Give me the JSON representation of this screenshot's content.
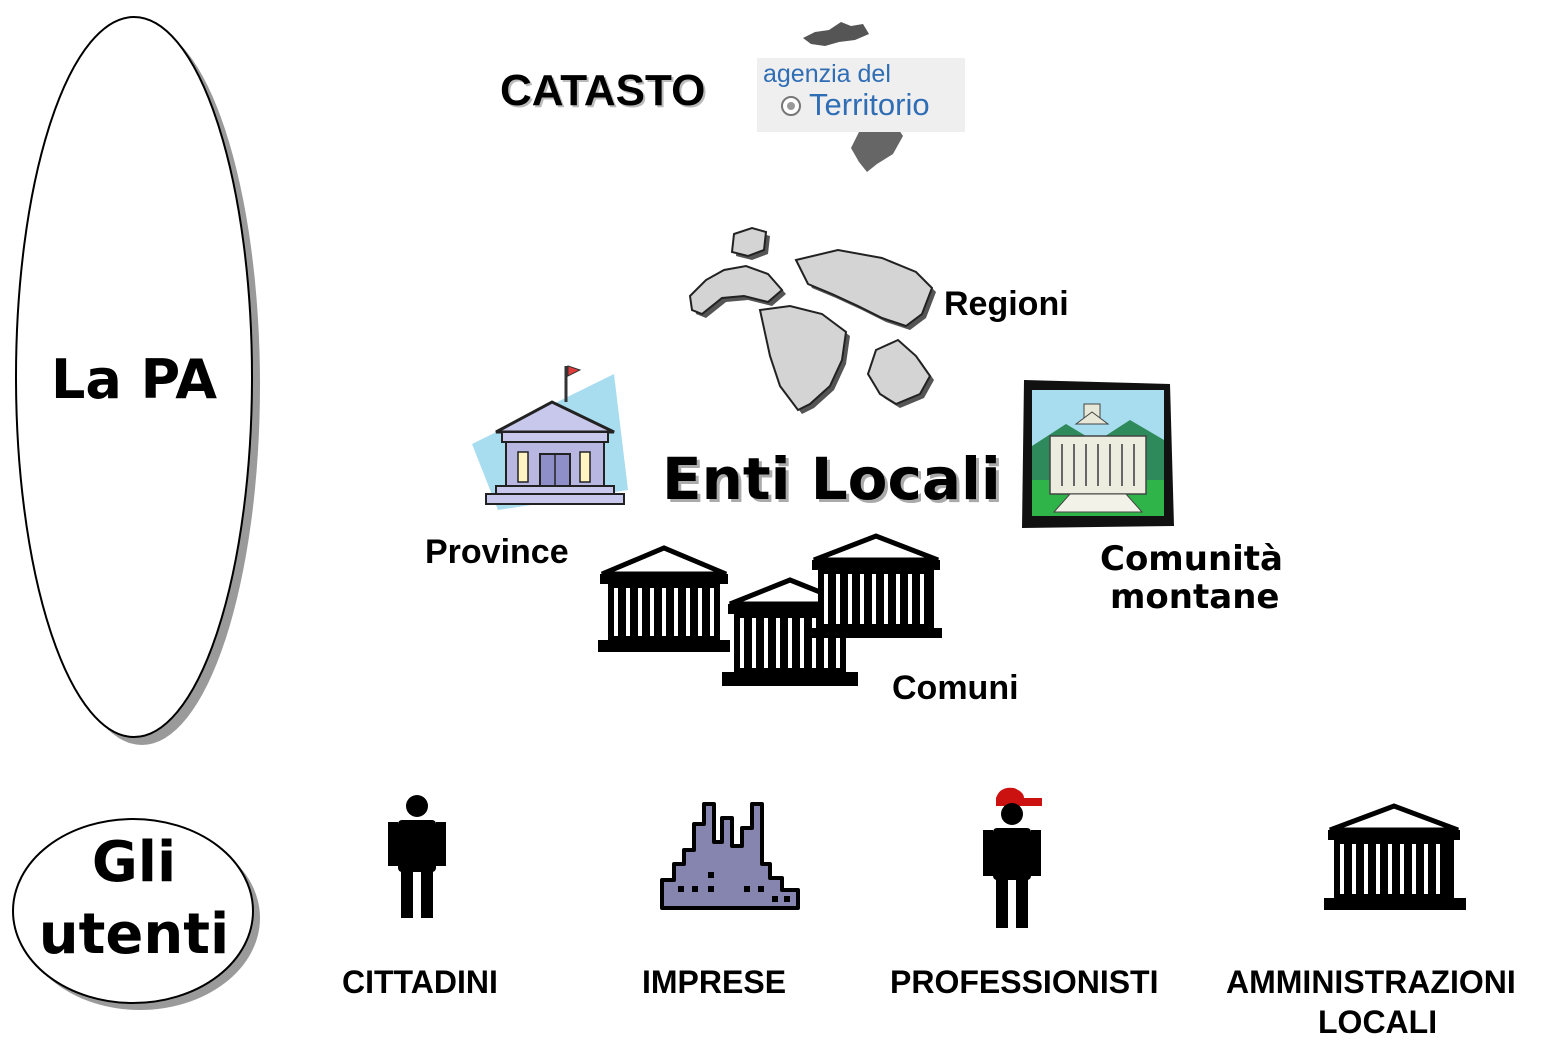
{
  "pa_group": {
    "label": "La PA"
  },
  "users_group": {
    "label_line1": "Gli",
    "label_line2": "utenti"
  },
  "catasto": {
    "label": "CATASTO",
    "logo_line1": "agenzia del",
    "logo_line2": "Territorio"
  },
  "enti_locali": {
    "title": "Enti Locali",
    "regioni": "Regioni",
    "province": "Province",
    "comuni": "Comuni",
    "comunita_line1": "Comunità",
    "comunita_line2": "montane"
  },
  "users": {
    "cittadini": "CITTADINI",
    "imprese": "IMPRESE",
    "professionisti": "PROFESSIONISTI",
    "amministrazioni_line1": "AMMINISTRAZIONI",
    "amministrazioni_line2": "LOCALI"
  },
  "colors": {
    "logo_blue": "#2f6db5",
    "map_grey": "#d4d4d4",
    "factory_purple": "#8585b0",
    "cap_red": "#cc1111",
    "sky_blue": "#a8dcef",
    "grass_green": "#2fb44a"
  }
}
